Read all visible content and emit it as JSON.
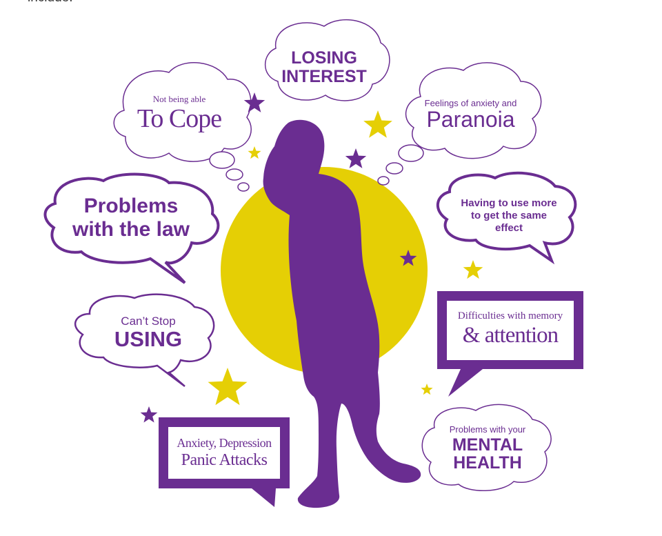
{
  "header": {
    "fragment": "include:"
  },
  "colors": {
    "purple": "#6a2d91",
    "yellow": "#e5cf05",
    "white": "#ffffff"
  },
  "icons": {
    "star": "star-icon",
    "person": "person-silhouette-icon"
  },
  "bubbles": {
    "losing_interest": {
      "line1": "LOSING",
      "line2": "INTEREST"
    },
    "to_cope": {
      "small": "Not being able",
      "big": "To Cope"
    },
    "paranoia": {
      "small": "Feelings of anxiety and",
      "big": "Paranoia"
    },
    "law": {
      "line1": "Problems",
      "line2": "with the law"
    },
    "more": {
      "line1": "Having to use more",
      "line2": "to get the same",
      "line3": "effect"
    },
    "memory": {
      "small": "Difficulties with memory",
      "big": "& attention"
    },
    "using": {
      "small": "Can’t Stop",
      "big": "USING"
    },
    "mental": {
      "small": "Problems with your",
      "line1": "MENTAL",
      "line2": "HEALTH"
    },
    "anxiety": {
      "line1": "Anxiety, Depression",
      "line2": "Panic Attacks"
    }
  }
}
